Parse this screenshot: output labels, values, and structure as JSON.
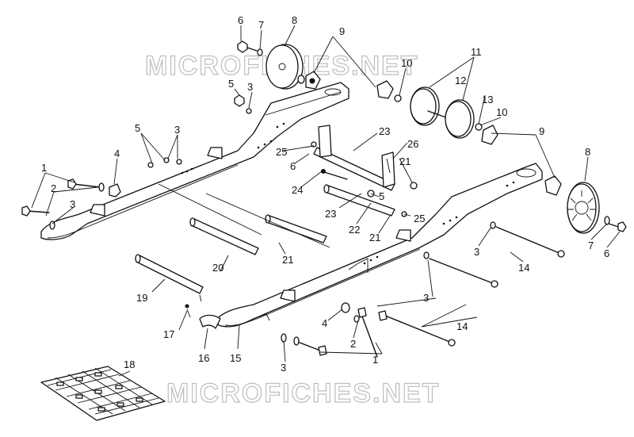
{
  "watermark": "MICROFICHES.NET",
  "callouts": {
    "c1a": "1",
    "c1b": "1",
    "c2a": "2",
    "c2b": "2",
    "c3a": "3",
    "c3b": "3",
    "c3c": "3",
    "c3d": "3",
    "c3e": "3",
    "c3f": "3",
    "c4a": "4",
    "c4b": "4",
    "c5a": "5",
    "c5b": "5",
    "c5c": "5",
    "c6a": "6",
    "c6b": "6",
    "c6c": "6",
    "c7a": "7",
    "c7b": "7",
    "c8a": "8",
    "c8b": "8",
    "c9a": "9",
    "c9b": "9",
    "c10a": "10",
    "c10b": "10",
    "c11": "11",
    "c12": "12",
    "c13": "13",
    "c14a": "14",
    "c14b": "14",
    "c15": "15",
    "c16": "16",
    "c17": "17",
    "c18": "18",
    "c19": "19",
    "c20": "20",
    "c21a": "21",
    "c21b": "21",
    "c21c": "21",
    "c22": "22",
    "c23a": "23",
    "c23b": "23",
    "c24": "24",
    "c25a": "25",
    "c25b": "25",
    "c26": "26"
  }
}
